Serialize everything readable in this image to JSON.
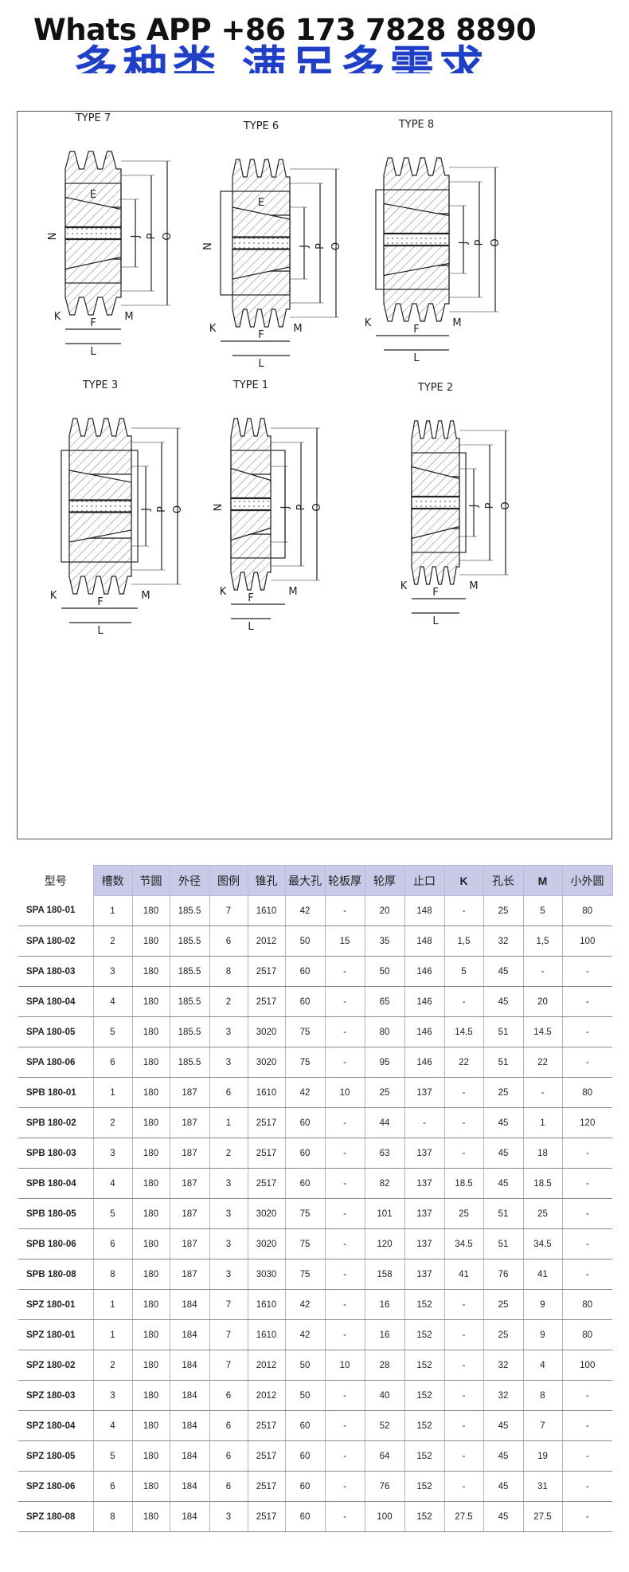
{
  "header": {
    "whatsapp": "Whats APP +86 173 7828 8890",
    "banner": "多种类 满足多需求"
  },
  "diagrams": {
    "types": [
      {
        "id": "type7",
        "title": "TYPE 7"
      },
      {
        "id": "type6",
        "title": "TYPE 6"
      },
      {
        "id": "type8",
        "title": "TYPE 8"
      },
      {
        "id": "type3",
        "title": "TYPE 3"
      },
      {
        "id": "type1",
        "title": "TYPE 1"
      },
      {
        "id": "type2",
        "title": "TYPE 2"
      }
    ],
    "labels": {
      "E": "E",
      "N": "N",
      "J": "J",
      "P": "P",
      "O": "O",
      "K": "K",
      "L": "L",
      "F": "F",
      "M": "M"
    }
  },
  "table": {
    "headers": [
      "型号",
      "槽数",
      "节圆",
      "外径",
      "图例",
      "锥孔",
      "最大孔",
      "轮板厚",
      "轮厚",
      "止口",
      "K",
      "孔长",
      "M",
      "小外圆"
    ],
    "rows": [
      [
        "SPA  180-01",
        "1",
        "180",
        "185.5",
        "7",
        "1610",
        "42",
        "-",
        "20",
        "148",
        "-",
        "25",
        "5",
        "80"
      ],
      [
        "SPA  180-02",
        "2",
        "180",
        "185.5",
        "6",
        "2012",
        "50",
        "15",
        "35",
        "148",
        "1,5",
        "32",
        "1,5",
        "100"
      ],
      [
        "SPA  180-03",
        "3",
        "180",
        "185.5",
        "8",
        "2517",
        "60",
        "-",
        "50",
        "146",
        "5",
        "45",
        "-",
        "-"
      ],
      [
        "SPA  180-04",
        "4",
        "180",
        "185.5",
        "2",
        "2517",
        "60",
        "-",
        "65",
        "146",
        "-",
        "45",
        "20",
        "-"
      ],
      [
        "SPA  180-05",
        "5",
        "180",
        "185.5",
        "3",
        "3020",
        "75",
        "-",
        "80",
        "146",
        "14.5",
        "51",
        "14.5",
        "-"
      ],
      [
        "SPA  180-06",
        "6",
        "180",
        "185.5",
        "3",
        "3020",
        "75",
        "-",
        "95",
        "146",
        "22",
        "51",
        "22",
        "-"
      ],
      [
        "SPB  180-01",
        "1",
        "180",
        "187",
        "6",
        "1610",
        "42",
        "10",
        "25",
        "137",
        "-",
        "25",
        "-",
        "80"
      ],
      [
        "SPB  180-02",
        "2",
        "180",
        "187",
        "1",
        "2517",
        "60",
        "-",
        "44",
        "-",
        "-",
        "45",
        "1",
        "120"
      ],
      [
        "SPB  180-03",
        "3",
        "180",
        "187",
        "2",
        "2517",
        "60",
        "-",
        "63",
        "137",
        "-",
        "45",
        "18",
        "-"
      ],
      [
        "SPB  180-04",
        "4",
        "180",
        "187",
        "3",
        "2517",
        "60",
        "-",
        "82",
        "137",
        "18.5",
        "45",
        "18.5",
        "-"
      ],
      [
        "SPB  180-05",
        "5",
        "180",
        "187",
        "3",
        "3020",
        "75",
        "-",
        "101",
        "137",
        "25",
        "51",
        "25",
        "-"
      ],
      [
        "SPB  180-06",
        "6",
        "180",
        "187",
        "3",
        "3020",
        "75",
        "-",
        "120",
        "137",
        "34.5",
        "51",
        "34.5",
        "-"
      ],
      [
        "SPB  180-08",
        "8",
        "180",
        "187",
        "3",
        "3030",
        "75",
        "-",
        "158",
        "137",
        "41",
        "76",
        "41",
        "-"
      ],
      [
        "SPZ  180-01",
        "1",
        "180",
        "184",
        "7",
        "1610",
        "42",
        "-",
        "16",
        "152",
        "-",
        "25",
        "9",
        "80"
      ],
      [
        "SPZ  180-01",
        "1",
        "180",
        "184",
        "7",
        "1610",
        "42",
        "-",
        "16",
        "152",
        "-",
        "25",
        "9",
        "80"
      ],
      [
        "SPZ  180-02",
        "2",
        "180",
        "184",
        "7",
        "2012",
        "50",
        "10",
        "28",
        "152",
        "-",
        "32",
        "4",
        "100"
      ],
      [
        "SPZ  180-03",
        "3",
        "180",
        "184",
        "6",
        "2012",
        "50",
        "-",
        "40",
        "152",
        "-",
        "32",
        "8",
        "-"
      ],
      [
        "SPZ  180-04",
        "4",
        "180",
        "184",
        "6",
        "2517",
        "60",
        "-",
        "52",
        "152",
        "-",
        "45",
        "7",
        "-"
      ],
      [
        "SPZ  180-05",
        "5",
        "180",
        "184",
        "6",
        "2517",
        "60",
        "-",
        "64",
        "152",
        "-",
        "45",
        "19",
        "-"
      ],
      [
        "SPZ  180-06",
        "6",
        "180",
        "184",
        "6",
        "2517",
        "60",
        "-",
        "76",
        "152",
        "-",
        "45",
        "31",
        "-"
      ],
      [
        "SPZ  180-08",
        "8",
        "180",
        "184",
        "3",
        "2517",
        "60",
        "-",
        "100",
        "152",
        "27.5",
        "45",
        "27.5",
        "-"
      ]
    ]
  }
}
